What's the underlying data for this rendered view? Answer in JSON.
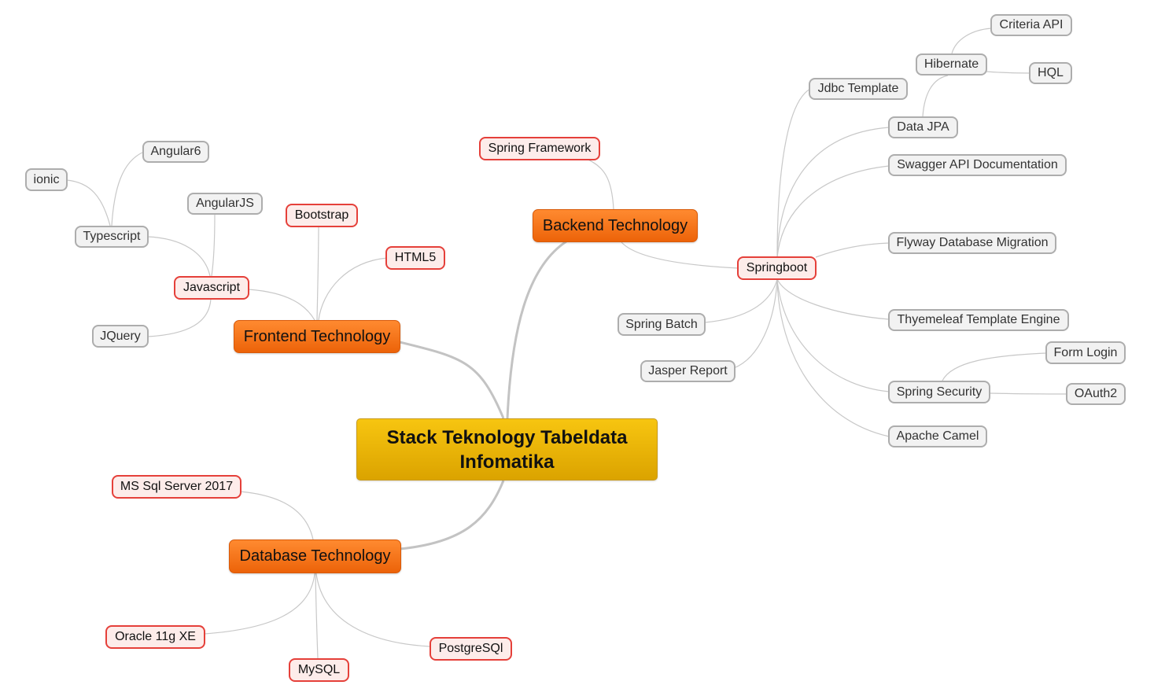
{
  "root": {
    "line1": "Stack Teknology Tabeldata",
    "line2": "Infomatika"
  },
  "branches": {
    "frontend": {
      "label": "Frontend Technology",
      "bootstrap": "Bootstrap",
      "html5": "HTML5",
      "javascript": "Javascript",
      "jquery": "JQuery",
      "angularjs": "AngularJS",
      "typescript": "Typescript",
      "angular6": "Angular6",
      "ionic": "ionic"
    },
    "backend": {
      "label": "Backend Technology",
      "spring_framework": "Spring Framework",
      "springboot": "Springboot",
      "jdbc_template": "Jdbc Template",
      "data_jpa": "Data JPA",
      "hibernate": "Hibernate",
      "criteria_api": "Criteria API",
      "hql": "HQL",
      "swagger": "Swagger API Documentation",
      "flyway": "Flyway Database Migration",
      "thymeleaf": "Thyemeleaf Template Engine",
      "spring_security": "Spring Security",
      "form_login": "Form Login",
      "oauth2": "OAuth2",
      "apache_camel": "Apache Camel",
      "spring_batch": "Spring Batch",
      "jasper_report": "Jasper Report"
    },
    "database": {
      "label": "Database Technology",
      "mssql": "MS Sql Server 2017",
      "oracle": "Oracle 11g XE",
      "mysql": "MySQL",
      "postgresql": "PostgreSQl"
    }
  },
  "colors": {
    "root_fill": "#f0b400",
    "main_fill": "#f47216",
    "red_border": "#e5403a",
    "red_fill": "#fdecea",
    "gray_border": "#adadad",
    "gray_fill": "#f2f2f2",
    "link": "#c8c8c8"
  }
}
